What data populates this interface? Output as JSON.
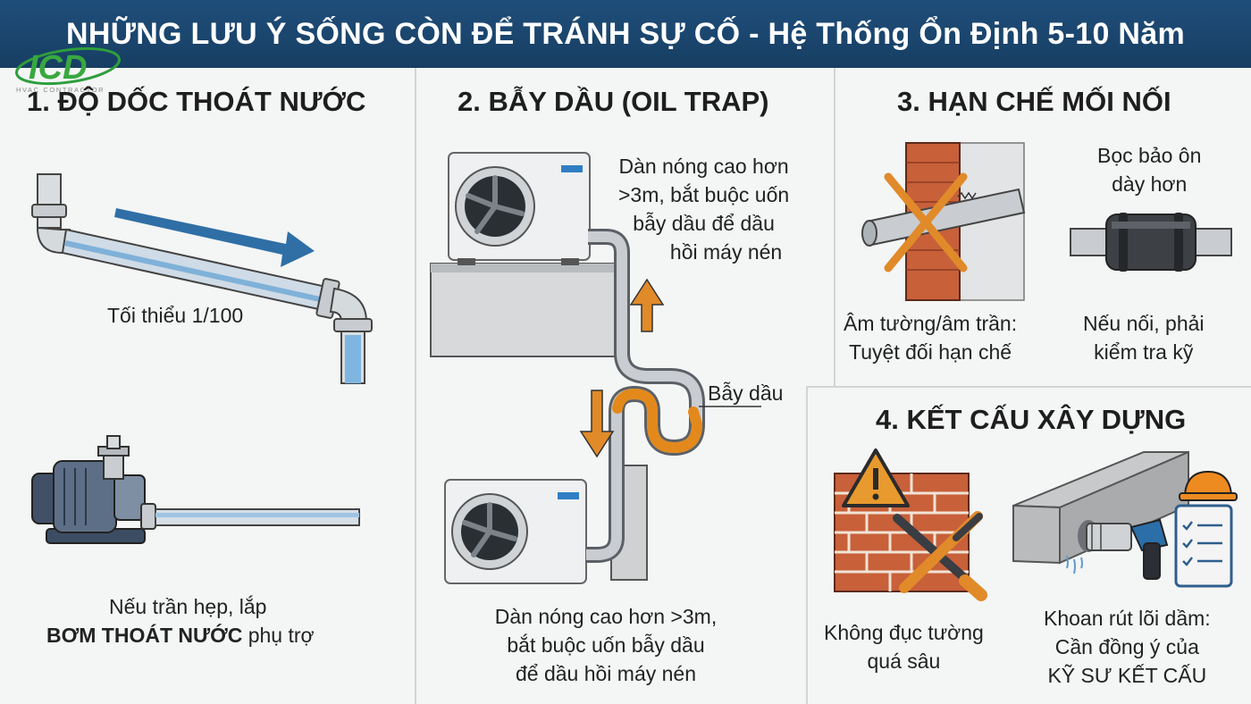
{
  "banner": {
    "title": "NHỮNG LƯU Ý SỐNG CÒN ĐỂ TRÁNH SỰ CỐ - Hệ Thống Ổn Định 5-10 Năm"
  },
  "logo": {
    "text": "ICD",
    "subtitle": "HVAC CONTRACTOR"
  },
  "panel1": {
    "heading": "1. ĐỘ DỐC THOÁT NƯỚC",
    "slope_label": "Tối thiểu 1/100",
    "pump_line1": "Nếu trần hẹp, lắp",
    "pump_bold": "BƠM THOÁT NƯỚC",
    "pump_rest": " phụ trợ"
  },
  "panel2": {
    "heading": "2. BẪY DẦU (OIL TRAP)",
    "note_lines": [
      "Dàn nóng cao hơn",
      ">3m, bắt buộc uốn",
      "bẫy dầu để dầu",
      "hồi máy nén"
    ],
    "trap_label": "Bẫy dầu",
    "caption_lines": [
      "Dàn nóng cao hơn >3m,",
      "bắt buộc uốn bẫy dầu",
      "để dầu hồi máy nén"
    ]
  },
  "panel3": {
    "heading": "3. HẠN CHẾ MỐI NỐI",
    "insulation_lines": [
      "Bọc bảo ôn",
      "dày hơn"
    ],
    "wall_caption_lines": [
      "Âm tường/âm trần:",
      "Tuyệt đối hạn chế"
    ],
    "joint_caption_lines": [
      "Nếu nối, phải",
      "kiểm tra kỹ"
    ]
  },
  "panel4": {
    "heading": "4. KẾT CẤU XÂY DỰNG",
    "wall_caption_lines": [
      "Không đục tường",
      "quá sâu"
    ],
    "drill_caption_lines": [
      "Khoan rút lõi dầm:",
      "Cần đồng ý của",
      "KỸ SƯ KẾT CẤU"
    ]
  },
  "colors": {
    "banner": "#1f4e7a",
    "arrow_blue": "#2f6fa6",
    "oil_orange": "#e3891c",
    "cross_orange": "#e08a2a",
    "brick": "#c8603a"
  }
}
